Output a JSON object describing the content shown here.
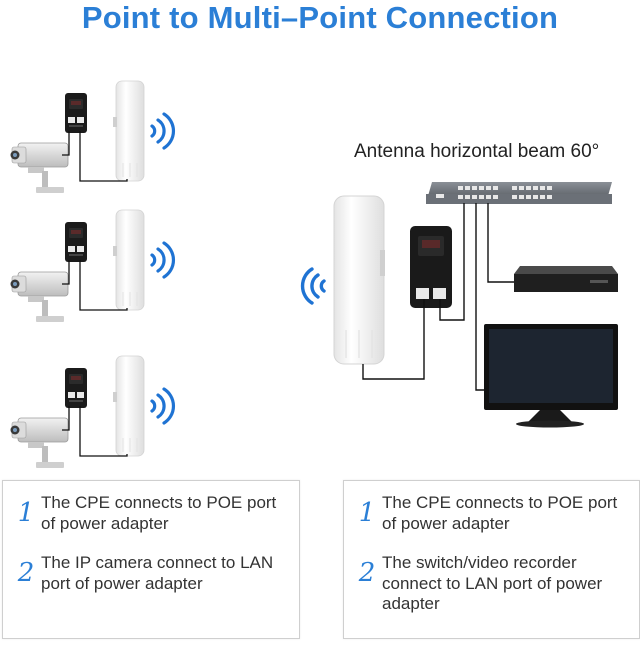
{
  "title": "Point to Multi–Point Connection",
  "beam_label": "Antenna horizontal beam 60°",
  "left_notes": [
    {
      "number": "1",
      "text": "The CPE connects to POE port of power adapter"
    },
    {
      "number": "2",
      "text": "The IP camera connect to LAN port of power adapter"
    }
  ],
  "right_notes": [
    {
      "number": "1",
      "text": "The CPE connects to POE port of power adapter"
    },
    {
      "number": "2",
      "text": "The switch/video recorder connect to LAN port of power adapter"
    }
  ],
  "colors": {
    "title": "#2b7fd6",
    "signal": "#1f73d3",
    "cable": "#111111",
    "cpe_body": "#f4f4f4",
    "adapter": "#1a1a1a"
  },
  "icons": [
    "cctv-camera-icon",
    "poe-adapter-icon",
    "cpe-antenna-icon",
    "wifi-signal-icon",
    "network-switch-icon",
    "video-recorder-icon",
    "monitor-icon"
  ]
}
